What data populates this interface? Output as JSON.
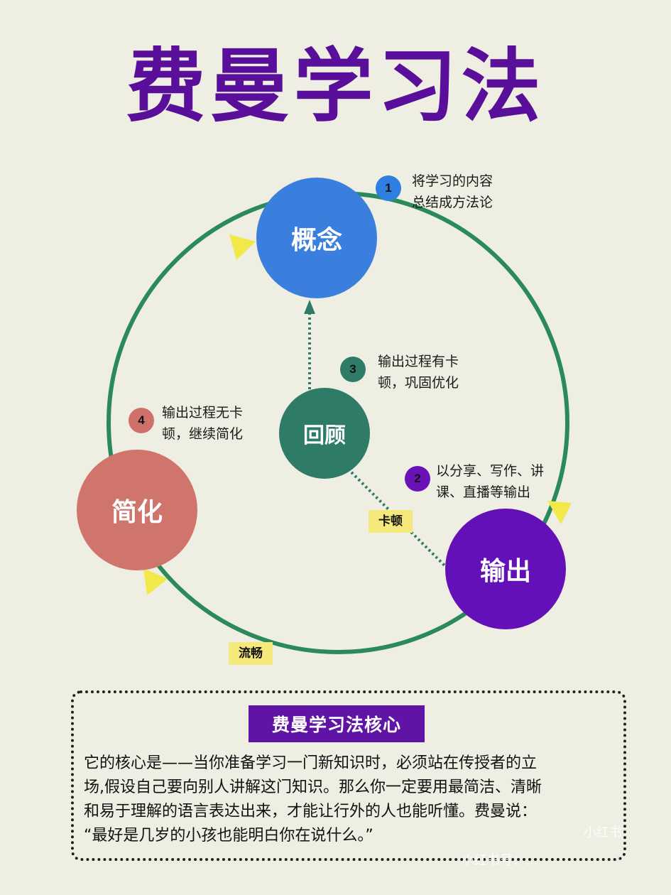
{
  "title": "费曼学习法",
  "nodes": {
    "concept": "概念",
    "output": "输出",
    "review": "回顾",
    "simplify": "简化"
  },
  "steps": [
    {
      "num": "1",
      "line1": "将学习的内容",
      "line2": "总结成方法论",
      "color": "#2f7fe0"
    },
    {
      "num": "2",
      "line1": "以分享、写作、讲",
      "line2": "课、直播等输出",
      "color": "#6a12b8"
    },
    {
      "num": "3",
      "line1": "输出过程有卡",
      "line2": "顿，巩固优化",
      "color": "#2e7b68"
    },
    {
      "num": "4",
      "line1": "输出过程无卡",
      "line2": "顿，继续简化",
      "color": "#cf7169"
    }
  ],
  "tags": {
    "stuck": "卡顿",
    "smooth": "流畅"
  },
  "core": {
    "heading": "费曼学习法核心",
    "lines": [
      "它的核心是——当你准备学习一门新知识时，必须站在传授者的立",
      "场,假设自己要向别人讲解这门知识。那么你一定要用最简洁、清晰",
      "和易于理解的语言表达出来，才能让行外的人也能听懂。费曼说：",
      "“最好是几岁的小孩也能明白你在说什么。”"
    ]
  },
  "watermarks": {
    "badge": "小红书",
    "footer": "小红书号：..."
  },
  "colors": {
    "title": "#5a0f9a",
    "concept": "#3a7fdd",
    "output": "#6410b8",
    "review": "#2e7b68",
    "simplify": "#cf756c",
    "ring": "#2b8a5b",
    "arrow": "#f1e84a",
    "tag": "#f4e97a"
  }
}
